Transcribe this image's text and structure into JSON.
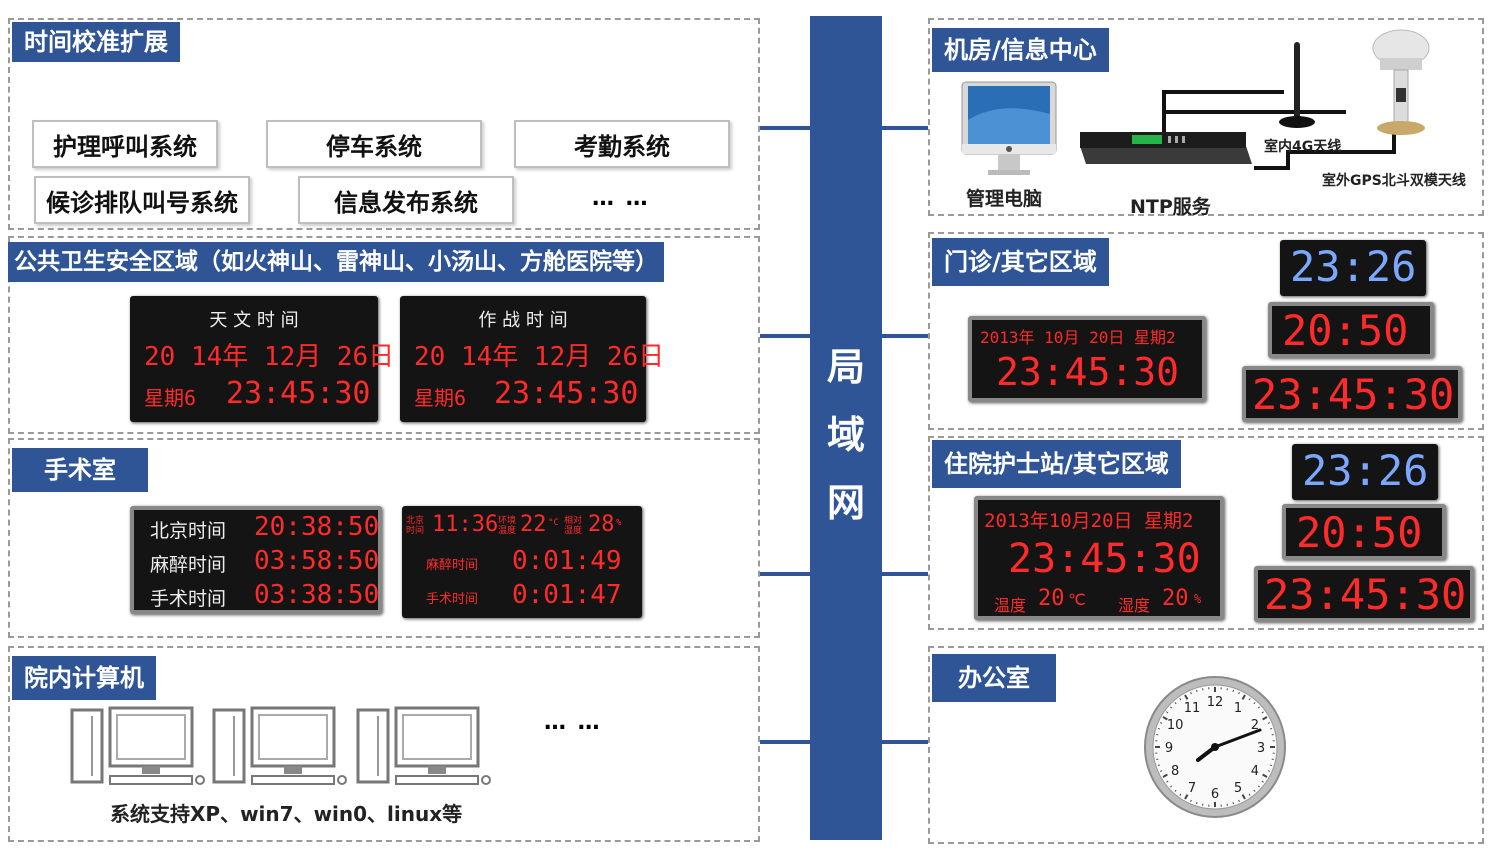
{
  "lan": {
    "chars": [
      "局",
      "域",
      "网"
    ]
  },
  "panels": {
    "time_ext": {
      "title": "时间校准扩展",
      "systems": [
        "护理呼叫系统",
        "停车系统",
        "考勤系统",
        "候诊排队叫号系统",
        "信息发布系统"
      ],
      "ellipsis": "… …"
    },
    "public_health": {
      "title": "公共卫生安全区域（如火神山、雷神山、小汤山、方舱医院等）",
      "clock1": {
        "header": "天 文 时 间",
        "date": "20 14年 12月 26日",
        "weekday": "星期6",
        "time": "23:45:30"
      },
      "clock2": {
        "header": "作 战 时 间",
        "date": "20 14年 12月 26日",
        "weekday": "星期6",
        "time": "23:45:30"
      }
    },
    "surgery": {
      "title": "手术室",
      "clock1_rows": [
        {
          "label": "北京时间",
          "time": "20:38:50"
        },
        {
          "label": "麻醉时间",
          "time": "03:58:50"
        },
        {
          "label": "手术时间",
          "time": "03:38:50"
        }
      ],
      "clock2": {
        "bj_label": "北京\n时间",
        "bj_time": "11:36",
        "env_label": "环境\n温度",
        "temp": "22",
        "temp_unit": "°C",
        "hum_label": "相对\n湿度",
        "hum": "28",
        "hum_unit": "%",
        "row2_label": "麻醉时间",
        "row2_time": "0:01:49",
        "row3_label": "手术时间",
        "row3_time": "0:01:47"
      }
    },
    "computers": {
      "title": "院内计算机",
      "caption": "系统支持XP、win7、win0、linux等",
      "ellipsis": "… …"
    },
    "server_room": {
      "title": "机房/信息中心",
      "pc_label": "管理电脑",
      "ntp_label": "NTP服务",
      "antenna_4g_label": "室内4G天线",
      "gps_label": "室外GPS北斗双模天线"
    },
    "outpatient": {
      "title": "门诊/其它区域",
      "clock_date": "2013年 10月 20日 星期2",
      "clock_time": "23:45:30",
      "blue_time": "23:26",
      "red_small": "20:50",
      "red_big": "23:45:30"
    },
    "inpatient": {
      "title": "住院护士站/其它区域",
      "clock_date": "2013年10月20日 星期2",
      "clock_time": "23:45:30",
      "temp_label": "温度",
      "temp": "20",
      "temp_unit": "℃",
      "hum_label": "湿度",
      "hum": "20",
      "hum_unit": "%",
      "blue_time": "23:26",
      "red_small": "20:50",
      "red_big": "23:45:30"
    },
    "office": {
      "title": "办公室",
      "clock_numbers": [
        "12",
        "1",
        "2",
        "3",
        "4",
        "5",
        "6",
        "7",
        "8",
        "9",
        "10",
        "11"
      ]
    }
  },
  "colors": {
    "accent": "#2f5597",
    "led_red": "#ff2a2a",
    "led_blue": "#7aa8ff"
  }
}
